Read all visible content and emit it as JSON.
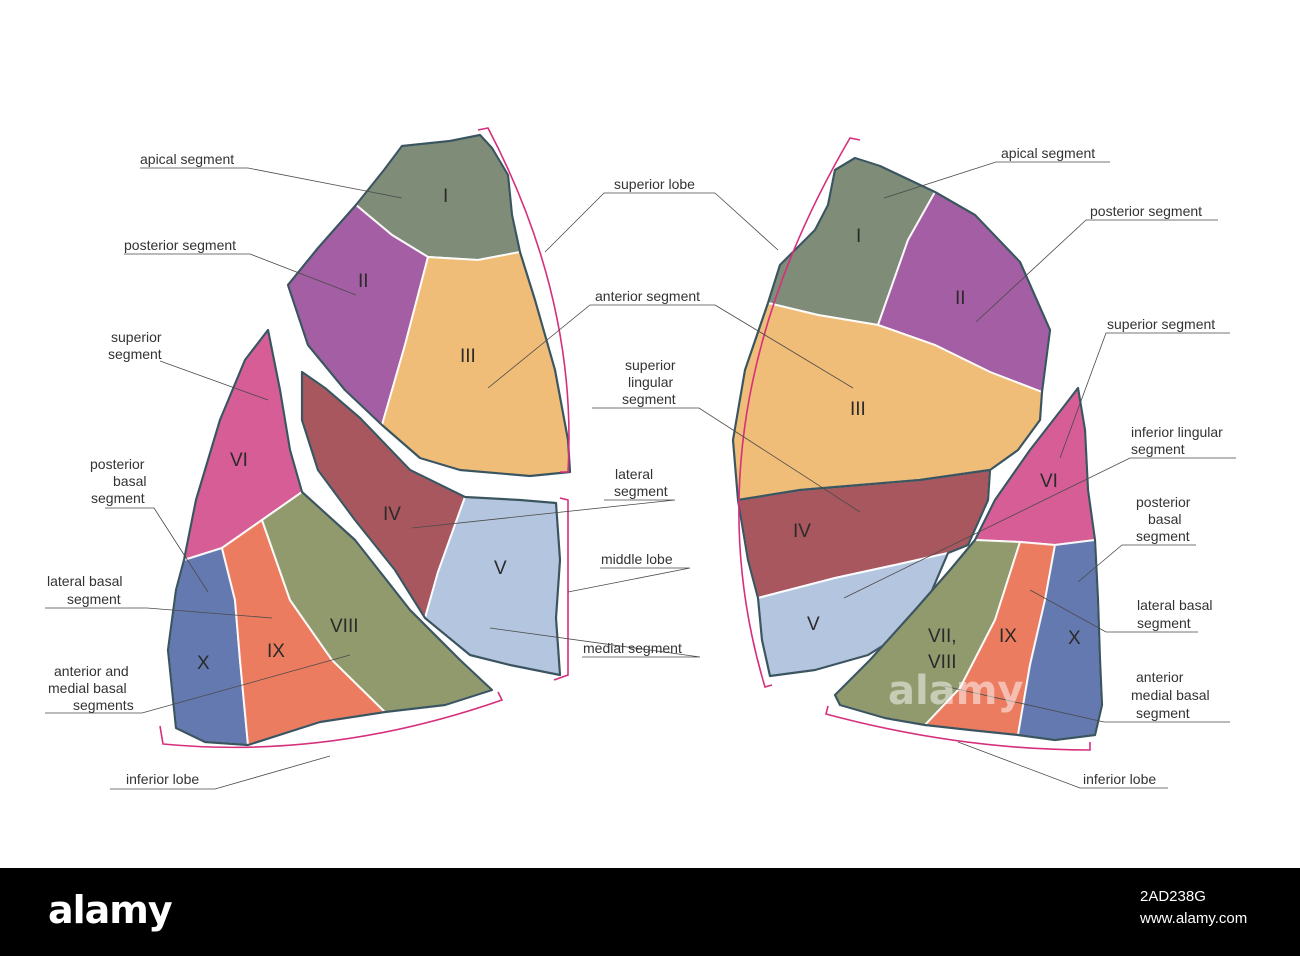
{
  "diagram": {
    "left_lung_view": {
      "segments": {
        "I": "I",
        "II": "II",
        "III": "III",
        "IV": "IV",
        "V": "V",
        "VI": "VI",
        "VIII": "VIII",
        "IX": "IX",
        "X": "X"
      },
      "labels": {
        "apical": "apical segment",
        "posterior": "posterior segment",
        "superior_1": "superior",
        "superior_2": "segment",
        "posterior_basal_1": "posterior",
        "posterior_basal_2": "basal",
        "posterior_basal_3": "segment",
        "lateral_basal_1": "lateral basal",
        "lateral_basal_2": "segment",
        "ant_med_basal_1": "anterior and",
        "ant_med_basal_2": "medial basal",
        "ant_med_basal_3": "segments",
        "inferior_lobe": "inferior lobe"
      }
    },
    "middle_labels": {
      "superior_lobe": "superior lobe",
      "anterior_segment": "anterior segment",
      "superior_lingular_1": "superior",
      "superior_lingular_2": "lingular",
      "superior_lingular_3": "segment",
      "lateral_1": "lateral",
      "lateral_2": "segment",
      "middle_lobe": "middle lobe",
      "medial_segment": "medial segment"
    },
    "right_lung_view": {
      "segments": {
        "I": "I",
        "II": "II",
        "III": "III",
        "IV": "IV",
        "V": "V",
        "VI": "VI",
        "VII_VIII_1": "VII,",
        "VII_VIII_2": "VIII",
        "IX": "IX",
        "X": "X"
      },
      "labels": {
        "apical": "apical segment",
        "posterior": "posterior segment",
        "superior": "superior segment",
        "inferior_lingular_1": "inferior lingular",
        "inferior_lingular_2": "segment",
        "posterior_basal_1": "posterior",
        "posterior_basal_2": "basal",
        "posterior_basal_3": "segment",
        "lateral_basal_1": "lateral basal",
        "lateral_basal_2": "segment",
        "ant_med_basal_1": "anterior",
        "ant_med_basal_2": "medial basal",
        "ant_med_basal_3": "segment",
        "inferior_lobe": "inferior lobe"
      }
    },
    "colors": {
      "apical": "#7f8c78",
      "posterior": "#a45ea4",
      "anterior": "#efbd77",
      "lateral_middle": "#a9575e",
      "medial_middle": "#b4c5df",
      "superior_lower": "#d65d96",
      "posterior_basal": "#6479b0",
      "lateral_basal": "#ec7c60",
      "anterior_basal": "#909a6d",
      "bracket": "#d62f7c"
    }
  },
  "watermark": "alamy",
  "footer": {
    "brand": "alamy",
    "image_id": "2AD238G",
    "url": "www.alamy.com"
  }
}
